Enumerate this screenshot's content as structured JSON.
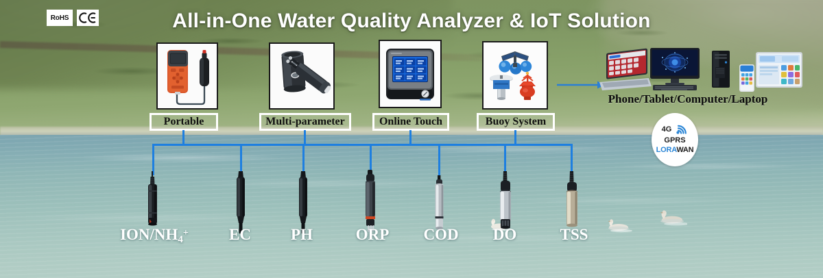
{
  "headline": "All-in-One Water Quality Analyzer & IoT Solution",
  "certifications": [
    {
      "name": "rohs",
      "label": "RoHS"
    },
    {
      "name": "ce",
      "label": "CE"
    }
  ],
  "products": [
    {
      "key": "portable",
      "label": "Portable",
      "icon": "handheld-meter-photo"
    },
    {
      "key": "multi_parameter",
      "label": "Multi-parameter",
      "icon": "multiparameter-sonde-photo"
    },
    {
      "key": "online_touch",
      "label": "Online Touch",
      "icon": "touchscreen-controller-photo"
    },
    {
      "key": "buoy_system",
      "label": "Buoy System",
      "icon": "buoy-station-photo"
    }
  ],
  "end_devices": {
    "caption": "Phone/Tablet/Computer/Laptop",
    "items": [
      "laptop",
      "desktop-monitor",
      "desktop-tower",
      "smartphone",
      "tablet"
    ],
    "arrow_icon": "right-arrow-icon"
  },
  "connectivity": {
    "line1": "4G",
    "line2": "GPRS",
    "line3_accent": "LORA",
    "line3_rest": "WAN",
    "accent_color": "#2b86d6",
    "signal_icon": "wifi-signal-icon"
  },
  "sensors": [
    {
      "key": "ion_nh4",
      "label": "ION/NH",
      "sub": "4",
      "sup": "+",
      "style": "ion"
    },
    {
      "key": "ec",
      "label": "EC",
      "sub": "",
      "sup": "",
      "style": "black"
    },
    {
      "key": "ph",
      "label": "PH",
      "sub": "",
      "sup": "",
      "style": "black"
    },
    {
      "key": "orp",
      "label": "ORP",
      "sub": "",
      "sup": "",
      "style": "grayband"
    },
    {
      "key": "cod",
      "label": "COD",
      "sub": "",
      "sup": "",
      "style": "steel"
    },
    {
      "key": "do",
      "label": "DO",
      "sub": "",
      "sup": "",
      "style": "steelcap"
    },
    {
      "key": "tss",
      "label": "TSS",
      "sub": "",
      "sup": "",
      "style": "brass"
    }
  ],
  "colors": {
    "wire": "#1e7fe0",
    "headline": "#ffffff",
    "plate_border": "#ffffff",
    "card_border": "#1a1a1a"
  }
}
